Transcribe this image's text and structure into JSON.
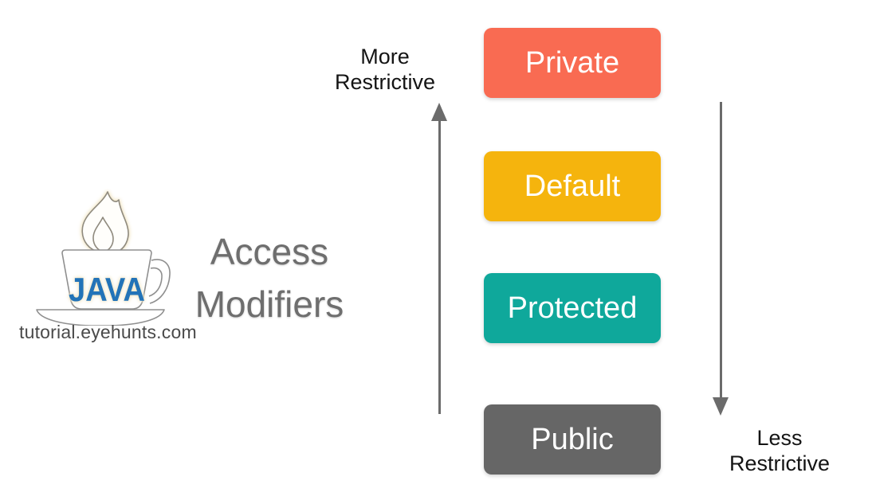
{
  "logo": {
    "brand": "JAVA",
    "brand_color": "#2273B8",
    "site": "tutorial.eyehunts.com"
  },
  "title": {
    "line1": "Access",
    "line2": "Modifiers"
  },
  "axis": {
    "arrow_color": "#6b6b6b",
    "more": {
      "line1": "More",
      "line2": "Restrictive"
    },
    "less": {
      "line1": "Less",
      "line2": "Restrictive"
    }
  },
  "modifiers": [
    {
      "label": "Private",
      "color": "#F96B52"
    },
    {
      "label": "Default",
      "color": "#F5B40D"
    },
    {
      "label": "Protected",
      "color": "#0FA89B"
    },
    {
      "label": "Public",
      "color": "#666666"
    }
  ]
}
